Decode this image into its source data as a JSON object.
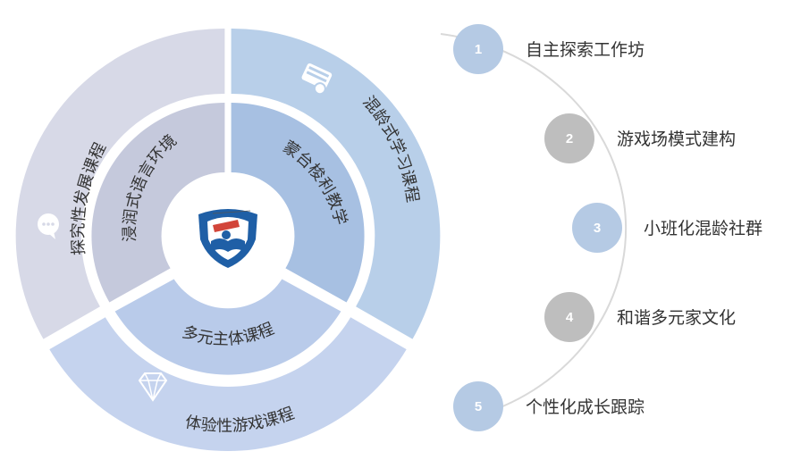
{
  "outer_ring": {
    "left_label": "探究性发展课程",
    "right_label": "混龄式学习课程",
    "bottom_label": "体验性游戏课程"
  },
  "inner_ring": {
    "left_label": "浸润式语言环境",
    "right_label": "蒙台梭利教学",
    "bottom_label": "多元主体课程"
  },
  "list_items": [
    {
      "number": "1",
      "label": "自主探索工作坊"
    },
    {
      "number": "2",
      "label": "游戏场模式建构"
    },
    {
      "number": "3",
      "label": "小班化混龄社群"
    },
    {
      "number": "4",
      "label": "和谐多元家文化"
    },
    {
      "number": "5",
      "label": "个性化成长跟踪"
    }
  ],
  "colors": {
    "outer_left": "#d7d9e7",
    "outer_right": "#b8cfe9",
    "outer_bottom": "#c5d3ee",
    "inner_left": "#c5c9dc",
    "inner_right": "#a7c0e2",
    "inner_bottom": "#b9cbea",
    "circle_blue": "#b5cae4",
    "circle_gray": "#bebebe",
    "arc": "#d9d9d9",
    "logo_blue": "#1f5fa6",
    "logo_red": "#d2453a"
  },
  "icons": {
    "outer_left": "chat-bubble-icon",
    "outer_right": "cloud-gear-icon",
    "outer_bottom": "diamond-icon",
    "center": "school-shield-logo"
  }
}
